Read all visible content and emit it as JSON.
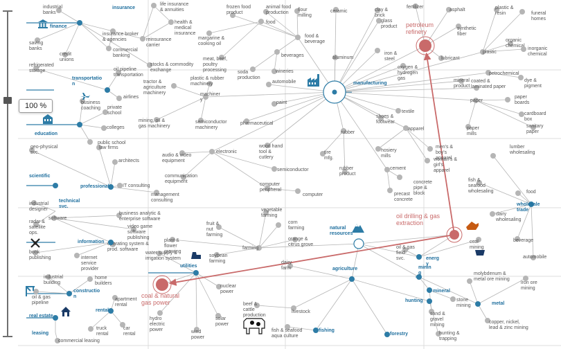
{
  "zoom": {
    "label": "100 %"
  },
  "colors": {
    "hub": "#2d7ca6",
    "node": "#b5b5b5",
    "highlight": "#c96a6a",
    "edge": "#b5b5b5",
    "grid": "#dcdcdc"
  },
  "hubs": [
    {
      "id": "finance",
      "label": "finance",
      "icon": "bank-icon"
    },
    {
      "id": "insurance",
      "label": "insurance"
    },
    {
      "id": "transportation",
      "label": "transportatio n",
      "icon": "airplane-icon"
    },
    {
      "id": "education",
      "label": "education",
      "icon": "school-icon"
    },
    {
      "id": "scientific",
      "label": "scientific"
    },
    {
      "id": "professional",
      "label": "professional"
    },
    {
      "id": "technical",
      "label": "technical svc."
    },
    {
      "id": "information",
      "label": "information",
      "icon": "satellite-icon"
    },
    {
      "id": "manufacturing",
      "label": "manufacturing",
      "icon": "factory-icon"
    },
    {
      "id": "natural-resources",
      "label": "natural resources",
      "icon": "mountain-icon"
    },
    {
      "id": "utilities",
      "label": "utilities",
      "icon": "power-plant-icon"
    },
    {
      "id": "construction",
      "label": "constructio n",
      "icon": "crane-icon"
    },
    {
      "id": "rental",
      "label": "rental"
    },
    {
      "id": "real-estate",
      "label": "real estate",
      "icon": "house-icon"
    },
    {
      "id": "leasing",
      "label": "leasing"
    },
    {
      "id": "agriculture",
      "label": "agriculture",
      "icon": "cow-icon"
    },
    {
      "id": "fishing",
      "label": "fishing"
    },
    {
      "id": "forestry",
      "label": "forestry"
    },
    {
      "id": "hunting",
      "label": "hunting"
    },
    {
      "id": "mining",
      "label": "minin g"
    },
    {
      "id": "mineral",
      "label": "mineral"
    },
    {
      "id": "metal",
      "label": "metal"
    },
    {
      "id": "energy",
      "label": "energ y",
      "icon": "oil-rig-icon"
    },
    {
      "id": "wholesale-trade",
      "label": "wholesale trade"
    }
  ],
  "highlighted": [
    {
      "id": "petroleum-refinery",
      "label": "petroleum refinery"
    },
    {
      "id": "oil-drilling",
      "label": "oil drilling & gas extraction"
    },
    {
      "id": "coal-gas-power",
      "label": "coal & natural gas power"
    }
  ],
  "nodes": [
    {
      "id": "industrial-banks",
      "label": "industrial banks"
    },
    {
      "id": "saving-banks",
      "label": "saving banks"
    },
    {
      "id": "credit-unions",
      "label": "credit unions"
    },
    {
      "id": "insurance-broker",
      "label": "insurance broker & agencies"
    },
    {
      "id": "commercial-banking",
      "label": "commercial banking"
    },
    {
      "id": "life-insurance",
      "label": "life insurance & annuities"
    },
    {
      "id": "health-insurance",
      "label": "health & medical insurance"
    },
    {
      "id": "reinsurance",
      "label": "reinsurance carrier"
    },
    {
      "id": "stocks",
      "label": "stocks & commodity exchange"
    },
    {
      "id": "frozen-food",
      "label": "frozen food product"
    },
    {
      "id": "animal-food",
      "label": "animal food production"
    },
    {
      "id": "flour-milling",
      "label": "flour milling"
    },
    {
      "id": "margarine",
      "label": "margarine & cooking oil"
    },
    {
      "id": "food",
      "label": "food"
    },
    {
      "id": "food-beverage",
      "label": "food & beverage"
    },
    {
      "id": "meat",
      "label": "meat, beef, poultry processing"
    },
    {
      "id": "beverages",
      "label": "beverages"
    },
    {
      "id": "soda",
      "label": "soda production"
    },
    {
      "id": "wineries",
      "label": "wineries"
    },
    {
      "id": "ceramic",
      "label": "ceramic"
    },
    {
      "id": "clay-brick",
      "label": "clay & brick"
    },
    {
      "id": "glass-product",
      "label": "glass product"
    },
    {
      "id": "aluminum",
      "label": "aluminum"
    },
    {
      "id": "iron-steel",
      "label": "iron & steel"
    },
    {
      "id": "oxygen-hydrogen",
      "label": "oxygen & hydrogen gas"
    },
    {
      "id": "fertilizer",
      "label": "fertilizer"
    },
    {
      "id": "asphalt",
      "label": "asphalt"
    },
    {
      "id": "synthetic-fiber",
      "label": "synthetic fiber"
    },
    {
      "id": "lubricant",
      "label": "lubricant"
    },
    {
      "id": "plastic-resin",
      "label": "plastic & resin"
    },
    {
      "id": "funeral-homes",
      "label": "funeral homes"
    },
    {
      "id": "plastic",
      "label": "plastic"
    },
    {
      "id": "organic-chemical",
      "label": "organic chemical"
    },
    {
      "id": "inorganic-chemical",
      "label": "inorganic chemical"
    },
    {
      "id": "petrochemical",
      "label": "petrochemical"
    },
    {
      "id": "dye-pigment",
      "label": "dye & pigment"
    },
    {
      "id": "mineral-product",
      "label": "mineral product"
    },
    {
      "id": "coated-paper",
      "label": "coated & laminated paper"
    },
    {
      "id": "paper",
      "label": "paper"
    },
    {
      "id": "paper-boards",
      "label": "paper boards"
    },
    {
      "id": "cardboard",
      "label": "cardboard box"
    },
    {
      "id": "sanitary-paper",
      "label": "sanitary paper"
    },
    {
      "id": "paper-mills",
      "label": "paper mills"
    },
    {
      "id": "refrigerated-storage",
      "label": "refrigerated storage"
    },
    {
      "id": "oil-pipeline",
      "label": "oil pipeline transportation"
    },
    {
      "id": "tractor-machinery",
      "label": "tractor & agriculture machinery"
    },
    {
      "id": "plastic-rubber-machinery",
      "label": "plastic & rubber machinery"
    },
    {
      "id": "machinery",
      "label": "machiner y"
    },
    {
      "id": "automobile-mfg",
      "label": "automobile"
    },
    {
      "id": "airlines",
      "label": "airlines"
    },
    {
      "id": "business-coaching",
      "label": "business coaching"
    },
    {
      "id": "private-school",
      "label": "private school"
    },
    {
      "id": "colleges",
      "label": "colleges"
    },
    {
      "id": "mining-gas-machinery",
      "label": "mining, oil & gas machinery"
    },
    {
      "id": "semiconductor-machinery",
      "label": "semiconductor machinery"
    },
    {
      "id": "paint",
      "label": "paint"
    },
    {
      "id": "pharmaceutical",
      "label": "pharmaceutical"
    },
    {
      "id": "textile",
      "label": "textile"
    },
    {
      "id": "shoes",
      "label": "shoes & footwear"
    },
    {
      "id": "apparel",
      "label": "apparel"
    },
    {
      "id": "rubber",
      "label": "rubber"
    },
    {
      "id": "mens-apparel",
      "label": "men's & boy's apparel"
    },
    {
      "id": "womens-apparel",
      "label": "woman's & girl's apparel"
    },
    {
      "id": "hosiery",
      "label": "hosiery mills"
    },
    {
      "id": "cement",
      "label": "cement"
    },
    {
      "id": "lumber",
      "label": "lumber wholesaling"
    },
    {
      "id": "geo-physical",
      "label": "geo-physical svc."
    },
    {
      "id": "public-school",
      "label": "public school"
    },
    {
      "id": "law-firms",
      "label": "law firms"
    },
    {
      "id": "architects",
      "label": "architects"
    },
    {
      "id": "audio-video",
      "label": "audio & video equipment"
    },
    {
      "id": "electronic",
      "label": "electronic"
    },
    {
      "id": "wood-tool",
      "label": "wood hand tool & cutlery"
    },
    {
      "id": "tire",
      "label": "tire mfg."
    },
    {
      "id": "rubber-product",
      "label": "rubber product"
    },
    {
      "id": "semiconductor",
      "label": "semiconductor"
    },
    {
      "id": "concrete-pipe",
      "label": "concrete pipe & block"
    },
    {
      "id": "precast-concrete",
      "label": "precast concrete"
    },
    {
      "id": "fish-wholesaling",
      "label": "fish & seafood wholesaling"
    },
    {
      "id": "food-wholesale",
      "label": "food"
    },
    {
      "id": "communication-equipment",
      "label": "communication equipment"
    },
    {
      "id": "it-consulting",
      "label": "IT consulting"
    },
    {
      "id": "computer-peripheral",
      "label": "computer peripheral"
    },
    {
      "id": "computer",
      "label": "computer"
    },
    {
      "id": "management-consulting",
      "label": "management consulting"
    },
    {
      "id": "industrial-designer",
      "label": "industrial designer"
    },
    {
      "id": "radar",
      "label": "radar & satellite ops."
    },
    {
      "id": "software",
      "label": "software"
    },
    {
      "id": "business-analytic",
      "label": "business analytic & enterprise software"
    },
    {
      "id": "video-game",
      "label": "video game software publishing"
    },
    {
      "id": "vegetable-farming",
      "label": "vegetable farming"
    },
    {
      "id": "fruit-nut",
      "label": "fruit & nut farming"
    },
    {
      "id": "corn-farming",
      "label": "corn farming"
    },
    {
      "id": "orange-citrus",
      "label": "orange & citrus grove"
    },
    {
      "id": "plant-flower",
      "label": "plant & flower growing"
    },
    {
      "id": "farming",
      "label": "farming"
    },
    {
      "id": "soybean",
      "label": "soybean farming"
    },
    {
      "id": "dairy-wholesaling",
      "label": "dairy wholesaling"
    },
    {
      "id": "beverage",
      "label": "beverage"
    },
    {
      "id": "automobile-wholesale",
      "label": "automobile"
    },
    {
      "id": "coal-mining",
      "label": "coal mining"
    },
    {
      "id": "oil-gas-field",
      "label": "oil & gas field svc."
    },
    {
      "id": "book-publishing",
      "label": "book publishing"
    },
    {
      "id": "operating-system",
      "label": "operating system & prod. software"
    },
    {
      "id": "internet-service",
      "label": "internet service provider"
    },
    {
      "id": "water-supply",
      "label": "water supply & irrigation system"
    },
    {
      "id": "dairy-farm",
      "label": "dairy farm"
    },
    {
      "id": "molybdenum",
      "label": "molybdenum & metal ore mining"
    },
    {
      "id": "iron-ore",
      "label": "iron ore mining"
    },
    {
      "id": "industrial-building",
      "label": "industrial building"
    },
    {
      "id": "home-builders",
      "label": "home builders"
    },
    {
      "id": "oil-gas-pipeline",
      "label": "oil & gas pipeline"
    },
    {
      "id": "apartment-rental",
      "label": "apartment rental"
    },
    {
      "id": "nuclear-power",
      "label": "nuclear power"
    },
    {
      "id": "beef-cattle",
      "label": "beef & cattle production"
    },
    {
      "id": "livestock",
      "label": "livestock"
    },
    {
      "id": "stone-mining",
      "label": "stone mining"
    },
    {
      "id": "sand-gravel",
      "label": "sand & gravel mining"
    },
    {
      "id": "hydro-power",
      "label": "hydro electric power"
    },
    {
      "id": "solar-power",
      "label": "solar power"
    },
    {
      "id": "wind-power",
      "label": "wind power"
    },
    {
      "id": "truck-rental",
      "label": "truck rental"
    },
    {
      "id": "car-rental",
      "label": "car rental"
    },
    {
      "id": "commercial-leasing",
      "label": "commercial leasing"
    },
    {
      "id": "fish-aquaculture",
      "label": "fish & seafood aqua culture"
    },
    {
      "id": "hunting-trapping",
      "label": "hunting & trapping"
    },
    {
      "id": "copper-mining",
      "label": "copper, nickel, lead & zinc mining"
    }
  ]
}
